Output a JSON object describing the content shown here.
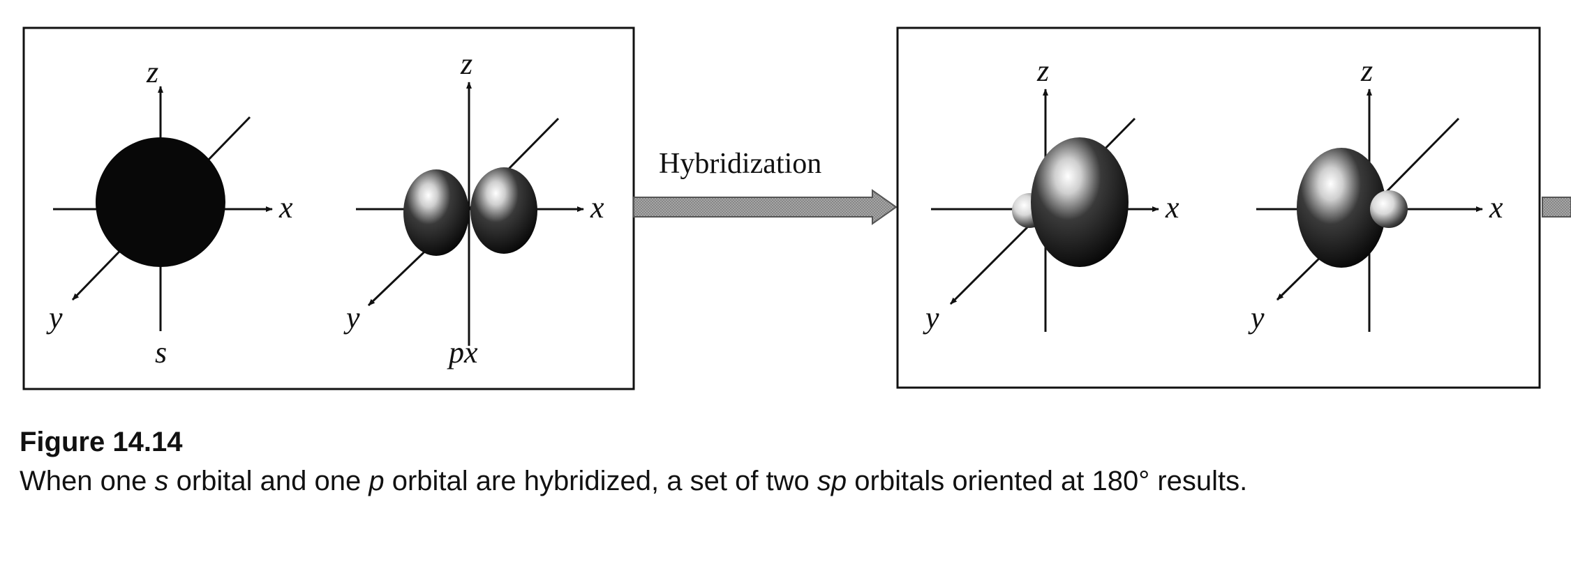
{
  "figure": {
    "label": "Figure 14.14",
    "caption": {
      "part1": "When one ",
      "italic1": "s",
      "part2": " orbital and one ",
      "italic2": "p",
      "part3": " orbital are hybridized, a set of two ",
      "italic3": "sp",
      "part4": " orbitals oriented at 180° results."
    }
  },
  "process_arrow": {
    "label": "Hybridization"
  },
  "left_panel": {
    "orbitals": [
      {
        "name": "s",
        "axes": {
          "z": "z",
          "x": "x",
          "y": "y"
        }
      },
      {
        "name": "px",
        "axes": {
          "z": "z",
          "x": "x",
          "y": "y"
        }
      }
    ]
  },
  "right_panel": {
    "orbitals": [
      {
        "axes": {
          "z": "z",
          "x": "x",
          "y": "y"
        }
      },
      {
        "axes": {
          "z": "z",
          "x": "x",
          "y": "y"
        }
      }
    ]
  },
  "colors": {
    "ink": "#111111",
    "arrow_fill": "#9a9a9a"
  }
}
